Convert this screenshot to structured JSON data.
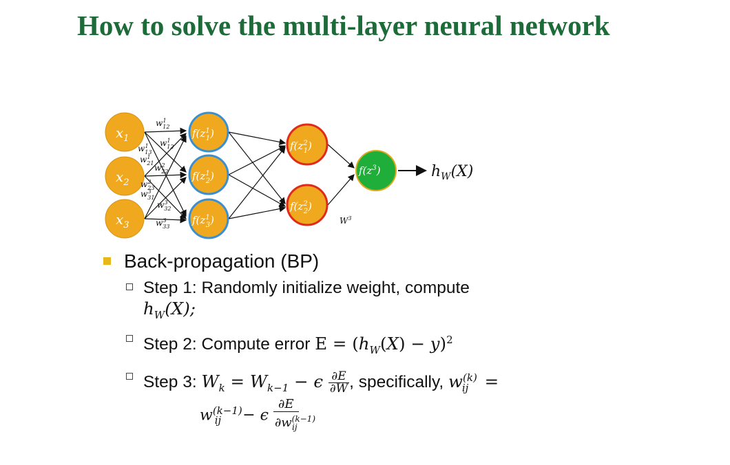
{
  "slide": {
    "title": "How to solve the multi-layer neural network"
  },
  "diagram": {
    "input_nodes": [
      "x",
      "x",
      "x"
    ],
    "input_subscripts": [
      "1",
      "2",
      "3"
    ],
    "hidden1_label": "f(z",
    "hidden1_sup": "1",
    "hidden1_subs": [
      "1",
      "2",
      "3"
    ],
    "hidden2_label": "f(z",
    "hidden2_sup": "2",
    "hidden2_subs": [
      "1",
      "2"
    ],
    "output_label": "f(z",
    "output_sup": "3",
    "output_text": "h",
    "output_sub": "W",
    "output_arg": "(X)",
    "weight_labels": [
      "w",
      "w",
      "w",
      "w",
      "w",
      "w",
      "w",
      "w",
      "w"
    ],
    "weight_subs": [
      "12",
      "12",
      "13",
      "21",
      "22",
      "23",
      "31",
      "32",
      "33"
    ],
    "weight_sups": [
      "1",
      "1",
      "1",
      "1",
      "2",
      "2",
      "3",
      "3",
      "3"
    ],
    "w3_label": "W",
    "w3_sup": "3",
    "colors": {
      "input_fill": "#f0a81e",
      "hidden_fill": "#f0a81e",
      "hidden1_border": "#3b8fd0",
      "hidden2_border": "#e02a1a",
      "output_fill": "#1fae3a",
      "output_border": "#e0a81e"
    }
  },
  "bullets": {
    "main": "Back-propagation (BP)",
    "step1_text": "Step 1: Randomly initialize weight, compute",
    "step1_math": "hW(X);",
    "step2_text": "Step 2: Compute error",
    "step2_math": "E = (hW(X) − y)²",
    "step3_text": "Step 3:",
    "step3_math": "Wk = Wk−1 − ϵ ∂E/∂W",
    "step3_mid": ", specifically,",
    "step3_rhs": "w(k)ij =",
    "step3_line2": "w(k−1)ij − ϵ ∂E/∂w(k−1)ij"
  }
}
